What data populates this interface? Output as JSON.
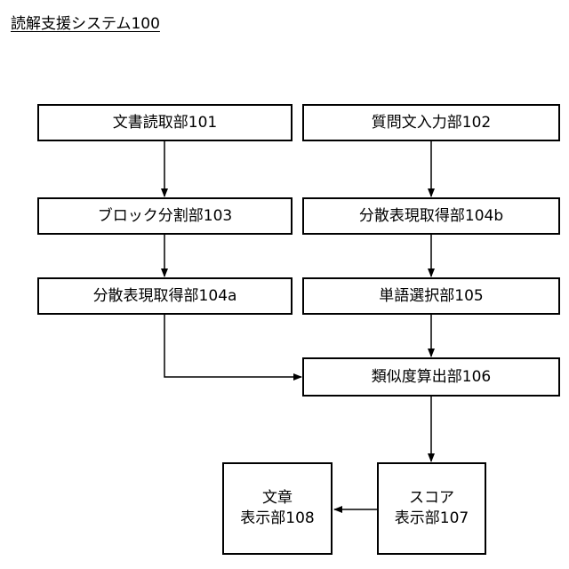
{
  "title": "読解支援システム100",
  "boxes": {
    "doc_reader": "文書読取部101",
    "question_input": "質問文入力部102",
    "block_splitter": "ブロック分割部103",
    "dist_rep_b": "分散表現取得部104b",
    "dist_rep_a": "分散表現取得部104a",
    "word_selector": "単語選択部105",
    "similarity_calc": "類似度算出部106",
    "score_display": {
      "line1": "スコア",
      "line2": "表示部107"
    },
    "text_display": {
      "line1": "文章",
      "line2": "表示部108"
    }
  }
}
